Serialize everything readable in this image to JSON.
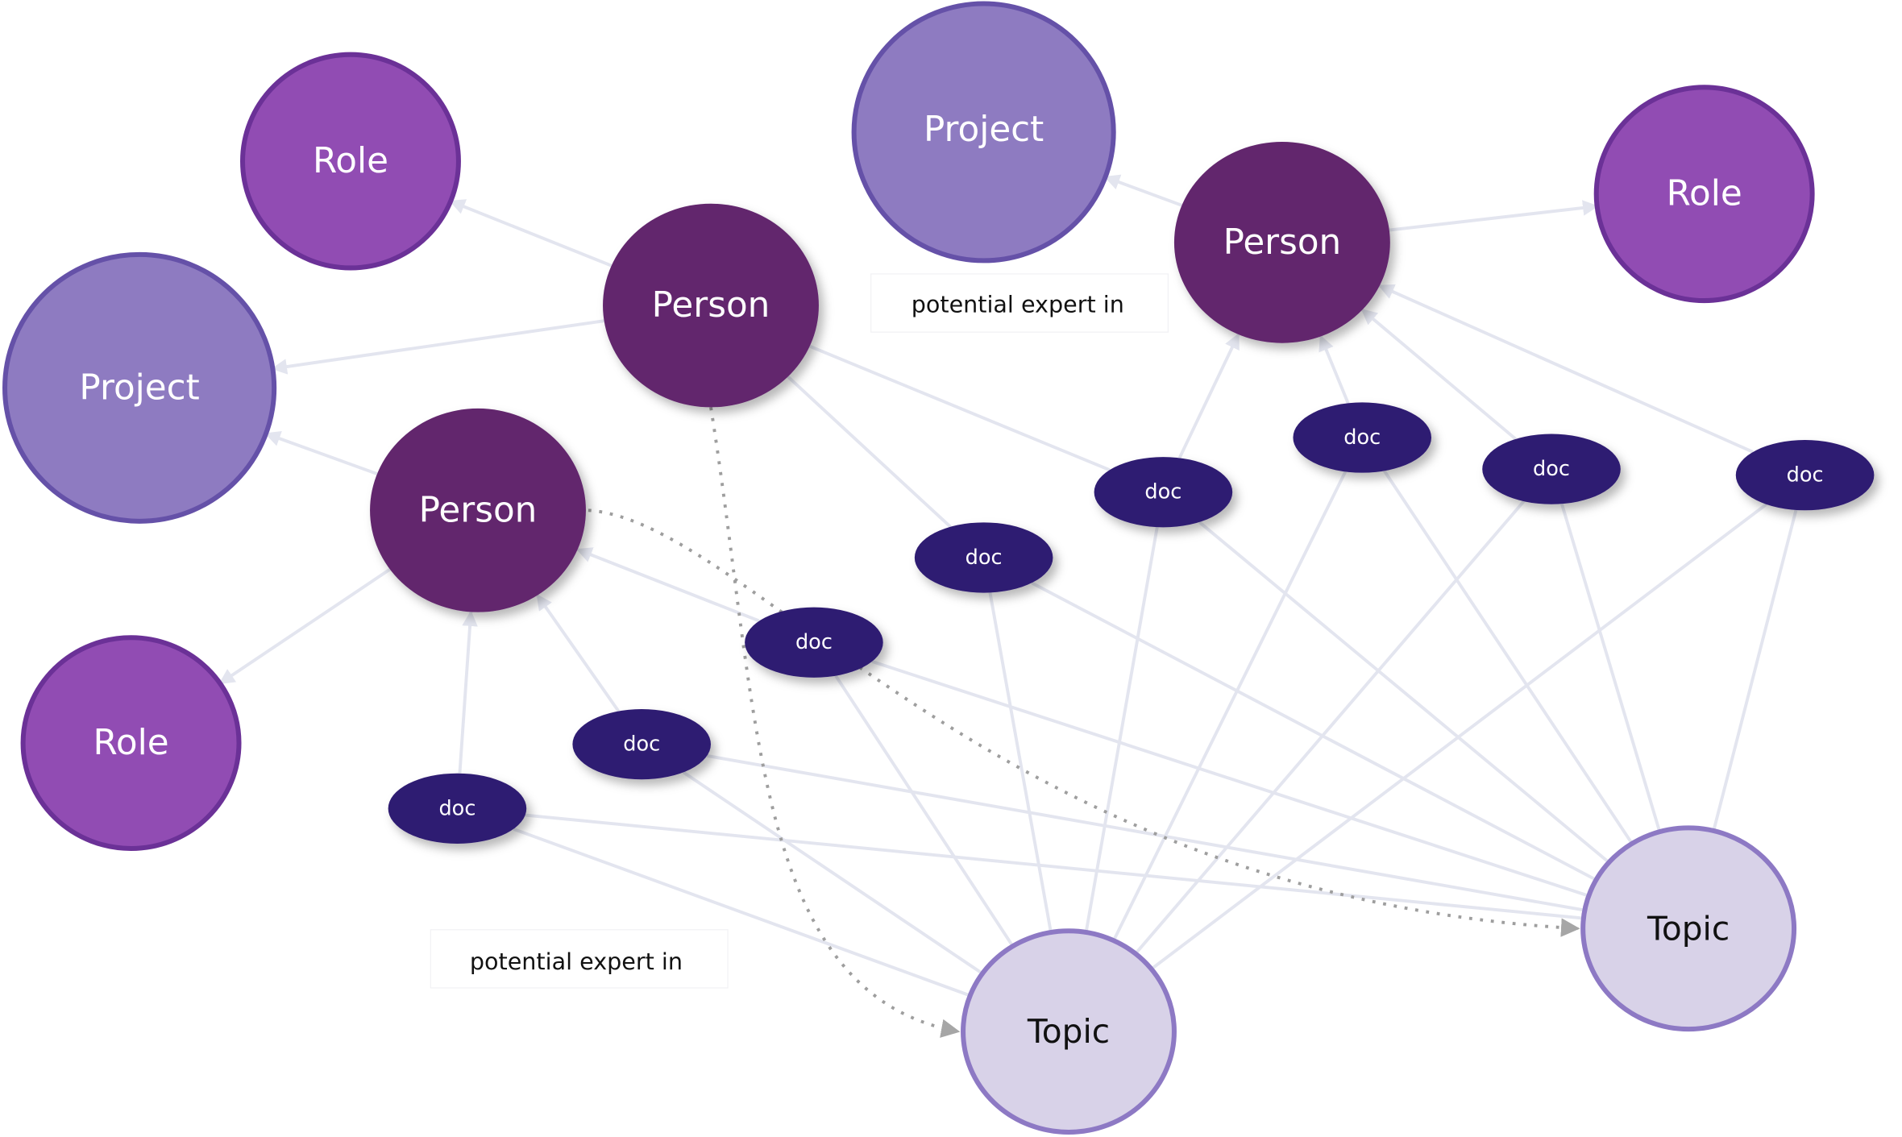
{
  "colors": {
    "person_fill": "#62266d",
    "role_fill": "#914cb3",
    "role_stroke": "#6b3197",
    "project_fill": "#8e7bc1",
    "project_stroke": "#6551a8",
    "doc_fill": "#2f1a72",
    "topic_fill": "#d8d2e8",
    "topic_stroke": "#8d79c4",
    "edge": "#e3e5ef",
    "dotted_edge": "#9e9e9e",
    "arrow_head": "#e3e5ef",
    "dotted_arrow_head": "#a6a6a6"
  },
  "nodes": [
    {
      "id": "role1",
      "type": "role",
      "label": "Role"
    },
    {
      "id": "project1",
      "type": "project",
      "label": "Project"
    },
    {
      "id": "role2",
      "type": "role",
      "label": "Role"
    },
    {
      "id": "person1",
      "type": "person",
      "label": "Person"
    },
    {
      "id": "person2",
      "type": "person",
      "label": "Person"
    },
    {
      "id": "project2",
      "type": "project",
      "label": "Project"
    },
    {
      "id": "person3",
      "type": "person",
      "label": "Person"
    },
    {
      "id": "role3",
      "type": "role",
      "label": "Role"
    },
    {
      "id": "docA",
      "type": "doc",
      "label": "doc"
    },
    {
      "id": "docB",
      "type": "doc",
      "label": "doc"
    },
    {
      "id": "docC",
      "type": "doc",
      "label": "doc"
    },
    {
      "id": "docD",
      "type": "doc",
      "label": "doc"
    },
    {
      "id": "docE",
      "type": "doc",
      "label": "doc"
    },
    {
      "id": "docF",
      "type": "doc",
      "label": "doc"
    },
    {
      "id": "docG",
      "type": "doc",
      "label": "doc"
    },
    {
      "id": "docH",
      "type": "doc",
      "label": "doc"
    },
    {
      "id": "topic1",
      "type": "topic",
      "label": "Topic"
    },
    {
      "id": "topic2",
      "type": "topic",
      "label": "Topic"
    }
  ],
  "edges": [
    {
      "from": "person1",
      "to": "role1",
      "style": "solid",
      "arrow": true
    },
    {
      "from": "person1",
      "to": "project1",
      "style": "solid",
      "arrow": true
    },
    {
      "from": "person2",
      "to": "project1",
      "style": "solid",
      "arrow": true
    },
    {
      "from": "person2",
      "to": "role2",
      "style": "solid",
      "arrow": true
    },
    {
      "from": "person3",
      "to": "project2",
      "style": "solid",
      "arrow": true
    },
    {
      "from": "person3",
      "to": "role3",
      "style": "solid",
      "arrow": true
    },
    {
      "from": "person1",
      "to": "docD",
      "style": "solid",
      "arrow": false
    },
    {
      "from": "person1",
      "to": "docE",
      "style": "solid",
      "arrow": false
    },
    {
      "from": "docD",
      "to": "person3",
      "style": "solid",
      "arrow": true
    },
    {
      "from": "docA",
      "to": "person3",
      "style": "solid",
      "arrow": true
    },
    {
      "from": "docB",
      "to": "person3",
      "style": "solid",
      "arrow": true
    },
    {
      "from": "docC",
      "to": "person3",
      "style": "solid",
      "arrow": true
    },
    {
      "from": "docF",
      "to": "person2",
      "style": "solid",
      "arrow": true
    },
    {
      "from": "docG",
      "to": "person2",
      "style": "solid",
      "arrow": true
    },
    {
      "from": "docH",
      "to": "person2",
      "style": "solid",
      "arrow": true
    },
    {
      "from": "docA",
      "to": "topic1",
      "style": "solid",
      "arrow": false
    },
    {
      "from": "docB",
      "to": "topic1",
      "style": "solid",
      "arrow": false
    },
    {
      "from": "docC",
      "to": "topic1",
      "style": "solid",
      "arrow": false
    },
    {
      "from": "docD",
      "to": "topic1",
      "style": "solid",
      "arrow": false
    },
    {
      "from": "docE",
      "to": "topic1",
      "style": "solid",
      "arrow": false
    },
    {
      "from": "docF",
      "to": "topic1",
      "style": "solid",
      "arrow": false
    },
    {
      "from": "docG",
      "to": "topic1",
      "style": "solid",
      "arrow": false
    },
    {
      "from": "docH",
      "to": "topic1",
      "style": "solid",
      "arrow": false
    },
    {
      "from": "docA",
      "to": "topic2",
      "style": "solid",
      "arrow": false
    },
    {
      "from": "docB",
      "to": "topic2",
      "style": "solid",
      "arrow": false
    },
    {
      "from": "docC",
      "to": "topic2",
      "style": "solid",
      "arrow": false
    },
    {
      "from": "docD",
      "to": "topic2",
      "style": "solid",
      "arrow": false
    },
    {
      "from": "docE",
      "to": "topic2",
      "style": "solid",
      "arrow": false
    },
    {
      "from": "docF",
      "to": "topic2",
      "style": "solid",
      "arrow": false
    },
    {
      "from": "docG",
      "to": "topic2",
      "style": "solid",
      "arrow": false
    },
    {
      "from": "docH",
      "to": "topic2",
      "style": "solid",
      "arrow": false
    },
    {
      "from": "person1",
      "to": "topic1",
      "style": "dotted",
      "arrow": true,
      "label": "potential expert in"
    },
    {
      "from": "person2",
      "to": "topic2",
      "style": "dotted",
      "arrow": true,
      "label": "potential expert in"
    }
  ],
  "edge_labels": [
    {
      "id": "label-top",
      "text": "potential expert in"
    },
    {
      "id": "label-bottom",
      "text": "potential expert in"
    }
  ]
}
